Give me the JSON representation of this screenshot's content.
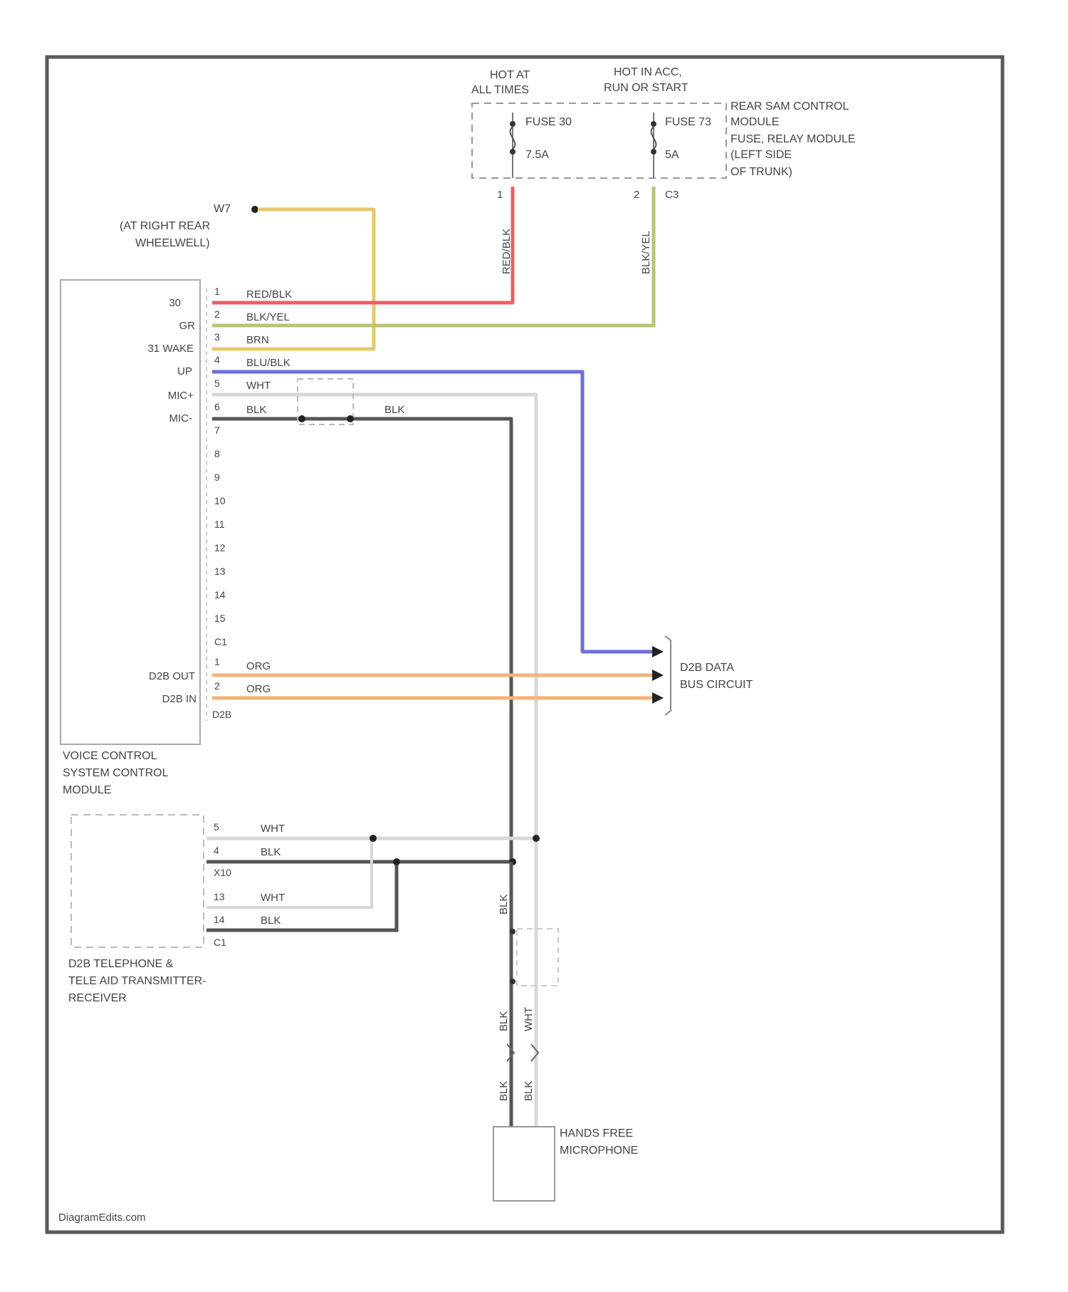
{
  "fuse_block": {
    "hot_at_all_times": [
      "HOT AT",
      "ALL TIMES"
    ],
    "hot_in_acc": [
      "HOT IN ACC,",
      "RUN OR START"
    ],
    "fuse_left_name": "FUSE 30",
    "fuse_left_rating": "7.5A",
    "fuse_right_name": "FUSE 73",
    "fuse_right_rating": "5A",
    "right_labels": [
      "REAR SAM CONTROL",
      "MODULE",
      "FUSE, RELAY MODULE",
      "(LEFT SIDE",
      "OF TRUNK)"
    ],
    "pin_left": "1",
    "pin_right": "2",
    "connector": "C3",
    "wire_left": "RED/BLK",
    "wire_right": "BLK/YEL"
  },
  "ground": {
    "id": "W7",
    "location": [
      "(AT RIGHT REAR",
      "WHEELWELL)"
    ]
  },
  "vcs_module": {
    "name": [
      "VOICE CONTROL",
      "SYSTEM CONTROL",
      "MODULE"
    ],
    "pin_labels": [
      "30",
      "GR",
      "31 WAKE",
      "UP",
      "MIC+",
      "MIC-"
    ],
    "pins": [
      "1",
      "2",
      "3",
      "4",
      "5",
      "6",
      "7",
      "8",
      "9",
      "10",
      "11",
      "12",
      "13",
      "14",
      "15"
    ],
    "connector_main": "C1",
    "wire_colors": [
      "RED/BLK",
      "BLK/YEL",
      "BRN",
      "BLU/BLK",
      "WHT",
      "BLK"
    ],
    "d2b_pin_labels": [
      "D2B OUT",
      "D2B IN"
    ],
    "d2b_pins": [
      "1",
      "2"
    ],
    "d2b_wires": [
      "ORG",
      "ORG"
    ],
    "d2b_connector": "D2B"
  },
  "mic_splice_label": "BLK",
  "d2b_bus": [
    "D2B DATA",
    "BUS CIRCUIT"
  ],
  "telephone": {
    "name": [
      "D2B TELEPHONE &",
      "TELE AID TRANSMITTER-",
      "RECEIVER"
    ],
    "pins": [
      "5",
      "4",
      "13",
      "14"
    ],
    "wires": [
      "WHT",
      "BLK",
      "WHT",
      "BLK"
    ],
    "connectors": [
      "X10",
      "C1"
    ]
  },
  "mic": {
    "wire_upper": "BLK",
    "wire_lower_left": "BLK",
    "wire_lower_right": "WHT",
    "wire_bottom_left": "BLK",
    "wire_bottom_right": "BLK",
    "name": [
      "HANDS FREE",
      "MICROPHONE"
    ]
  },
  "watermark": "DiagramEdits.com",
  "colors": {
    "red": "#e6616a",
    "yellow": "#e6c96a",
    "olive": "#b9c472",
    "blue": "#6b6fd6",
    "orange": "#f2b47a",
    "black": "#555555",
    "white_wire": "#d8d8d8",
    "frame": "#555555"
  }
}
